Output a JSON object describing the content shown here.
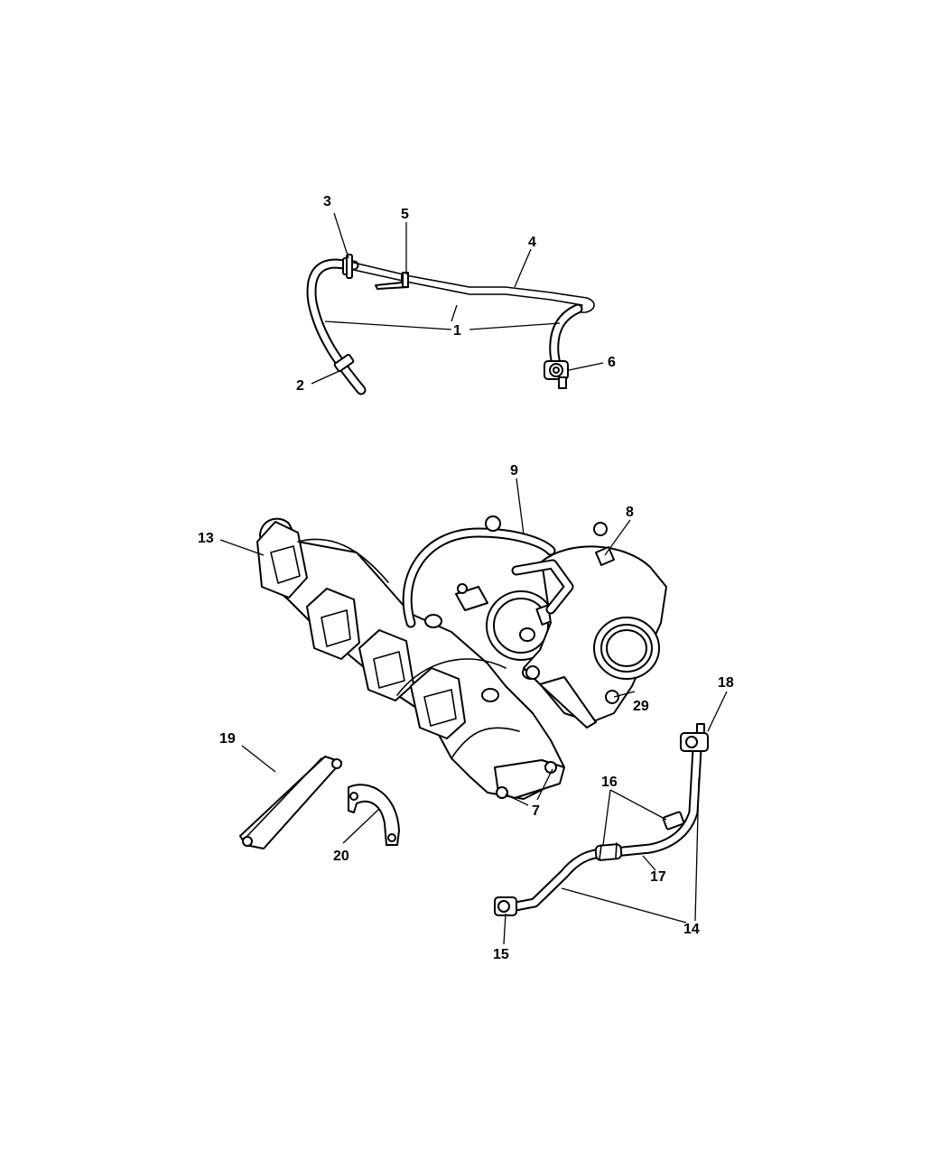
{
  "diagram": {
    "callouts": [
      {
        "id": "1",
        "label": "1"
      },
      {
        "id": "2",
        "label": "2"
      },
      {
        "id": "3",
        "label": "3"
      },
      {
        "id": "4",
        "label": "4"
      },
      {
        "id": "5",
        "label": "5"
      },
      {
        "id": "6",
        "label": "6"
      },
      {
        "id": "7",
        "label": "7"
      },
      {
        "id": "8",
        "label": "8"
      },
      {
        "id": "9",
        "label": "9"
      },
      {
        "id": "13",
        "label": "13"
      },
      {
        "id": "14",
        "label": "14"
      },
      {
        "id": "15",
        "label": "15"
      },
      {
        "id": "16",
        "label": "16"
      },
      {
        "id": "17",
        "label": "17"
      },
      {
        "id": "18",
        "label": "18"
      },
      {
        "id": "19",
        "label": "19"
      },
      {
        "id": "20",
        "label": "20"
      },
      {
        "id": "29",
        "label": "29"
      }
    ]
  }
}
